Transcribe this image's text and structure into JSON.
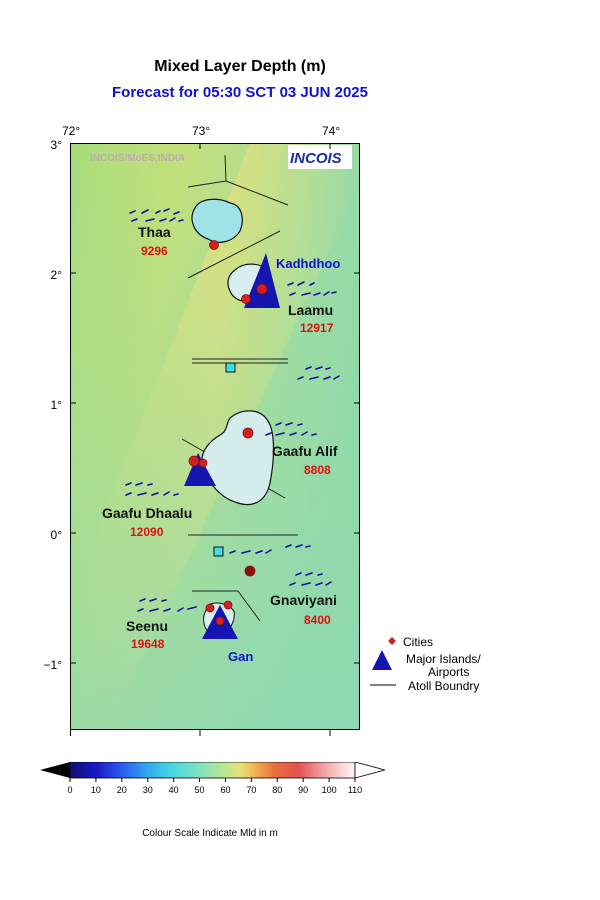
{
  "header": {
    "title": "Mixed Layer Depth (m)",
    "subtitle": "Forecast for  05:30 SCT 03 JUN 2025"
  },
  "axes": {
    "lon_labels": [
      "72°",
      "73°",
      "74°"
    ],
    "lat_labels": [
      "3°",
      "2°",
      "1°",
      "0°",
      "−1°"
    ],
    "lon_range": [
      72,
      74.2
    ],
    "lat_range": [
      -1.5,
      3
    ]
  },
  "map": {
    "watermark": "INCOIS/MoES,INDIA",
    "logo": "INCOIS",
    "atolls": [
      {
        "name": "Thaa",
        "value": "9296"
      },
      {
        "name": "Laamu",
        "value": "12917"
      },
      {
        "name": "Gaafu Alif",
        "value": "8808"
      },
      {
        "name": "Gaafu Dhaalu",
        "value": "12090"
      },
      {
        "name": "Gnaviyani",
        "value": "8400"
      },
      {
        "name": "Seenu",
        "value": "19648"
      }
    ],
    "islands": [
      "Kadhdhoo",
      "Gan"
    ],
    "colors": {
      "value_text": "#e01010",
      "island_text": "#1010d0",
      "city": "#d42020",
      "triangle": "#1515b0"
    }
  },
  "legend": {
    "cities": "Cities",
    "major_islands_line1": "Major Islands/",
    "major_islands_line2": "Airports",
    "atoll_boundary": "Atoll Boundry"
  },
  "colorbar": {
    "ticks": [
      "0",
      "10",
      "20",
      "30",
      "40",
      "50",
      "60",
      "70",
      "80",
      "90",
      "100",
      "110"
    ],
    "caption": "Colour Scale Indicate Mld in m"
  }
}
